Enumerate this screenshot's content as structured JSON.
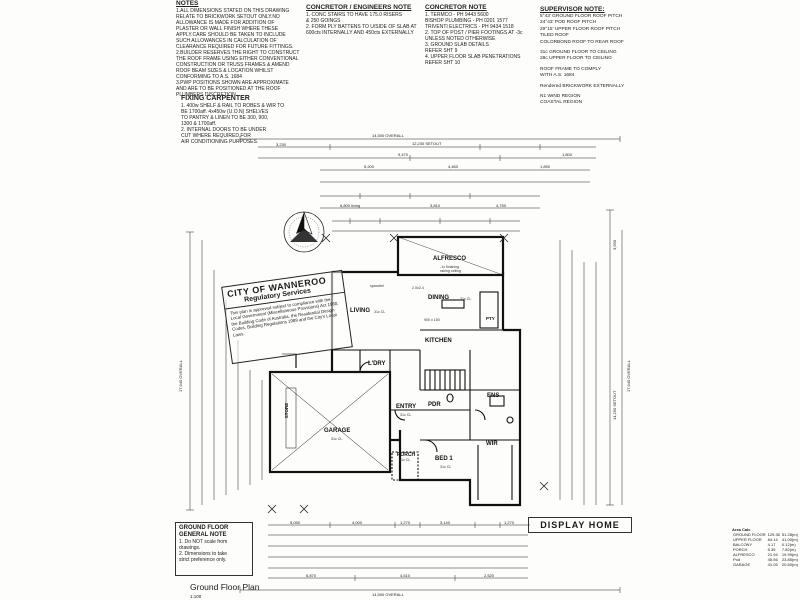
{
  "notes": {
    "title": "NOTES",
    "lines": [
      "1.ALL DIMENSIONS STATED ON THIS DRAWING",
      "RELATE TO BRICKWORK SETOUT ONLY.NO",
      "ALLOWANCE IS MADE FOR ADDITION OF",
      "PLASTER OR WALL FINISH WHERE THESE",
      "APPLY.CARE SHOULD BE TAKEN TO INCLUDE",
      "SUCH ALLOWANCES IN CALCULATION OF",
      "CLEARANCE REQUIRED FOR FUTURE FITTINGS.",
      "2.BUILDER RESERVES THE RIGHT TO CONSTRUCT",
      "THE ROOF FRAME USING EITHER CONVENTIONAL",
      "CONSTRUCTION OR TRUSS FRAMES & AMEND",
      "ROOF BEAM SIZES & LOCATION WHILST",
      "CONFORMING TO A.S. 1684",
      "3.PWP POSITIONS SHOWN ARE APPROXIMATE",
      "AND ARE TO BE POSITIONED AT THE ROOF",
      "PLUMBERS DISCRETION."
    ]
  },
  "concreter_engineers": {
    "title": "CONCRETOR / ENGINEERS NOTE",
    "lines": [
      "1. CONC STAIRS TO HAVE 175.0 RISERS",
      "& 250 GOINGS",
      "2. FORM PLY BATTENS TO U/SIDE OF SLAB AT",
      "600cts INTERNALLY AND 450cts EXTERNALLY"
    ]
  },
  "concreter": {
    "title": "CONCRETOR NOTE",
    "lines": [
      "1. TERMCO - PH 9443 5600",
      "BISHOP PLUMBING - PH 0201 1577",
      "TRIVENTI ELECTRICS - PH 9434 1518",
      "2. TOP OF POST / PIER FOOTINGS AT -3c",
      "UNLESS NOTED OTHERWISE",
      "3. GROUND SLAB DETAILS",
      "REFER SHT 9",
      "4. UPPER FLOOR SLAB PENETRATIONS",
      "REFER SHT 10"
    ]
  },
  "supervisor": {
    "title": "SUPERVISOR NOTE:",
    "lines": [
      "5°43' GROUND FLOOR ROOF PITCH",
      "24°43' POD ROOF PITCH",
      "29°15' UPPER FLOOR ROOF PITCH",
      "TILED ROOF",
      "COLORBOND ROOF TO REAR ROOF",
      "",
      "31c GROUND FLOOR TO CEILING",
      "28c UPPER FLOOR TO CEILING",
      "",
      "ROOF FRAME TO COMPLY",
      "WITH A.S. 1684",
      "",
      "Rendered BRICKWORK EXTERNALLY",
      "",
      "N1 WIND REGION",
      "COASTAL REGION"
    ]
  },
  "fixing": {
    "title": "FIXING CARPENTER",
    "lines": [
      "1. 400w SHELF & RAIL TO ROBES & WIR TO",
      "BE 1700aff.  4x450w (U.O.N) SHELVES",
      "TO PANTRY & LINEN TO BE 300, 900,",
      "1300 & 1700aff.",
      "2. INTERNAL DOORS TO BE UNDER",
      "CUT WHERE REQUIRED FOR",
      "AIR CONDITIONING PURPOSES."
    ]
  },
  "stamp": {
    "line1": "CITY OF WANNEROO",
    "line2": "Regulatory Services",
    "body": "This plan is approved subject to compliance with the Local Government (Miscellaneous Provisions) Act 1960, the Building Code of Australia, the Residential Design Codes, Building Regulations 1989 and the City's Local Laws."
  },
  "rooms": {
    "alfresco": "ALFRESCO",
    "living": "LIVING",
    "dining": "DINING",
    "kitchen": "KITCHEN",
    "ldry": "L'DRY",
    "garage": "GARAGE",
    "entry": "ENTRY",
    "porch": "PORCH",
    "bed1": "BED 1",
    "wir": "WIR",
    "ens": "ENS",
    "pdr": "PDR",
    "store": "STORE",
    "pty": "PTY"
  },
  "room_notes": {
    "alfresco_1": "-1c finishing",
    "alfresco_2": "raking ceiling",
    "living_ceiling": "31c CL",
    "dining_ceiling": "31c CL",
    "garage_ceiling": "31c CL",
    "bed1_ceiling": "31c CL",
    "entry_ceiling": "31c CL",
    "porch_ceiling": "31c CL",
    "kitchen_bench": "900 x 150",
    "spandrel": "spandrel",
    "sliding": "2.0x2.4"
  },
  "dims": {
    "overall_top": "14,500",
    "overall_label": "OVERALL",
    "setout_top": "12,230 SETOUT",
    "top_row": [
      "3,230",
      "9,470",
      "1,800"
    ],
    "top_row2": [
      "5,200",
      "4,460",
      "1,890"
    ],
    "top_row3": [
      "6,800 living",
      "3,810",
      "4,750"
    ],
    "bottom_row1": [
      "5,050",
      "4,000",
      "1,270",
      "3,140",
      "1,270"
    ],
    "bottom_row2": [
      "6,870",
      "4,510",
      "2,520"
    ],
    "overall_bottom": "14,500",
    "left_overall": "17,940",
    "right_overall": "17,940",
    "right_setout": "14,290 SETOUT",
    "right_top": "3,590"
  },
  "display": "DISPLAY HOME",
  "general_note": {
    "title": "GROUND FLOOR GENERAL NOTE",
    "lines": [
      "1. Do NOT scale from",
      "drawings.",
      "2. Dimensions to take",
      "strict preference only."
    ]
  },
  "plan_title": "Ground Floor Plan",
  "plan_scale": "1:100",
  "area_calc": {
    "title": "Area Calc",
    "rows": [
      [
        "GROUND FLOOR",
        "129.35",
        "51.28(m)"
      ],
      [
        "UPPER FLOOR",
        "84.14",
        "41.00(m)"
      ],
      [
        "BALCONY",
        "4.17",
        "0.12(m)"
      ],
      [
        "PORCH",
        "5.35",
        "7.82(m)"
      ],
      [
        "ALFRESCO",
        "21.94",
        "19.99(m)"
      ],
      [
        "Pod",
        "45.56",
        "23.85(m)"
      ],
      [
        "GARAGE",
        "41.05",
        "20.60(m)"
      ]
    ]
  }
}
